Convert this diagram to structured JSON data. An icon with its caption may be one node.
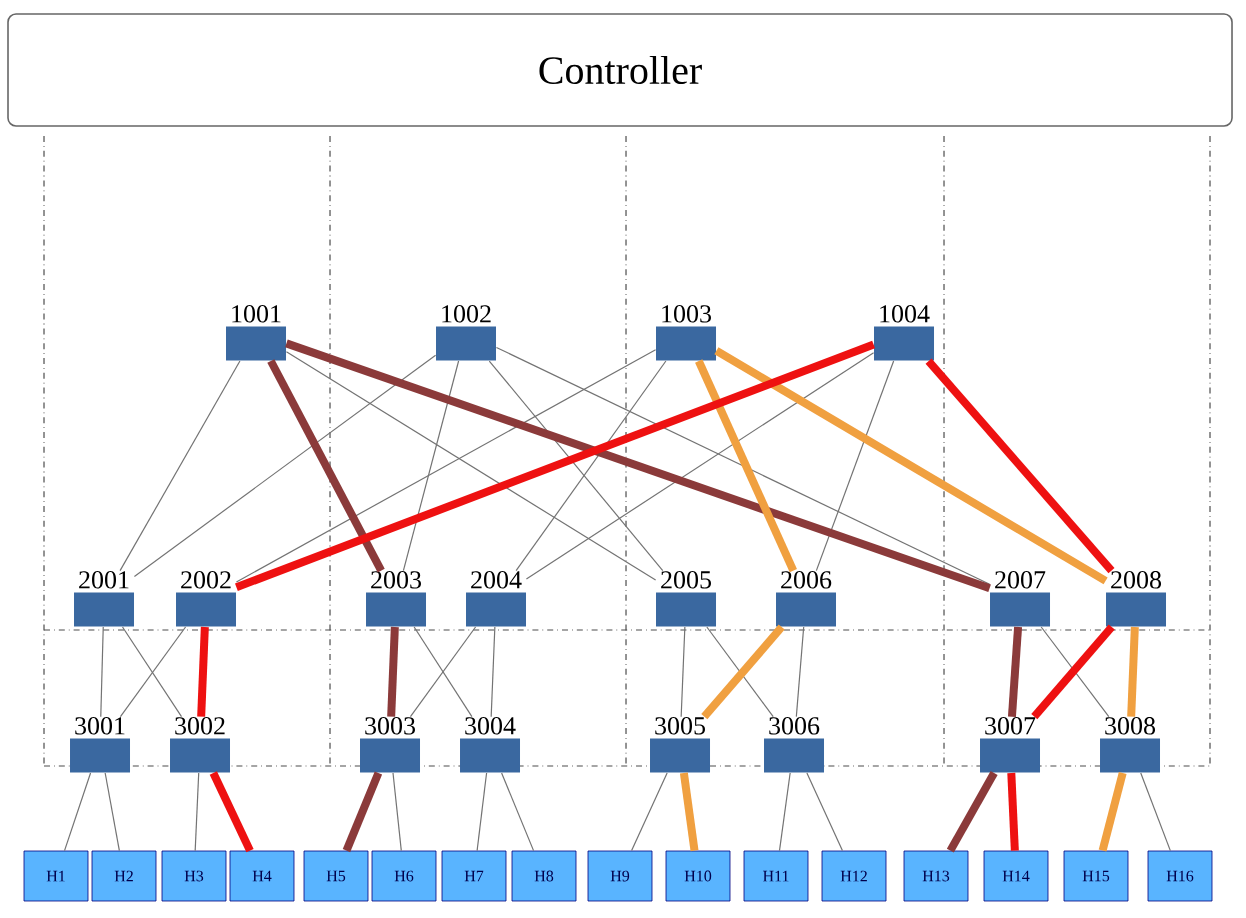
{
  "diagram": {
    "nodes": [
      {
        "text": [
          "Controller"
        ]
      },
      {
        "text": [
          "1001"
        ]
      },
      {
        "text": [
          "1002"
        ]
      },
      {
        "text": [
          "1003"
        ]
      },
      {
        "text": [
          "1004"
        ]
      },
      {
        "text": [
          "2001"
        ]
      },
      {
        "text": [
          "2002"
        ]
      },
      {
        "text": [
          "2003"
        ]
      },
      {
        "text": [
          "2004"
        ]
      },
      {
        "text": [
          "2005"
        ]
      },
      {
        "text": [
          "2006"
        ]
      },
      {
        "text": [
          "2007"
        ]
      },
      {
        "text": [
          "2008"
        ]
      },
      {
        "text": [
          "3001"
        ]
      },
      {
        "text": [
          "3002"
        ]
      },
      {
        "text": [
          "3003"
        ]
      },
      {
        "text": [
          "3004"
        ]
      },
      {
        "text": [
          "3005"
        ]
      },
      {
        "text": [
          "3006"
        ]
      },
      {
        "text": [
          "3007"
        ]
      },
      {
        "text": [
          "3008"
        ]
      },
      {
        "text": [
          "H1"
        ]
      },
      {
        "text": [
          "H2"
        ]
      },
      {
        "text": [
          "H3"
        ]
      },
      {
        "text": [
          "H4"
        ]
      },
      {
        "text": [
          "H5"
        ]
      },
      {
        "text": [
          "H6"
        ]
      },
      {
        "text": [
          "H7"
        ]
      },
      {
        "text": [
          "H8"
        ]
      },
      {
        "text": [
          "H9"
        ]
      },
      {
        "text": [
          "H10"
        ]
      },
      {
        "text": [
          "H11"
        ]
      },
      {
        "text": [
          "H12"
        ]
      },
      {
        "text": [
          "H13"
        ]
      },
      {
        "text": [
          "H14"
        ]
      },
      {
        "text": [
          "H15"
        ]
      },
      {
        "text": [
          "H16"
        ]
      }
    ],
    "edges": [
      {
        "from": 1,
        "to": 5,
        "arrow": "none"
      },
      {
        "from": 1,
        "to": 7,
        "arrow": "none",
        "style": "thick",
        "color": "#8b3a3a"
      },
      {
        "from": 1,
        "to": 9,
        "arrow": "none"
      },
      {
        "from": 1,
        "to": 11,
        "arrow": "none",
        "style": "thick",
        "color": "#8b3a3a"
      },
      {
        "from": 2,
        "to": 5,
        "arrow": "none"
      },
      {
        "from": 2,
        "to": 7,
        "arrow": "none"
      },
      {
        "from": 2,
        "to": 9,
        "arrow": "none"
      },
      {
        "from": 2,
        "to": 11,
        "arrow": "none"
      },
      {
        "from": 3,
        "to": 6,
        "arrow": "none"
      },
      {
        "from": 3,
        "to": 8,
        "arrow": "none"
      },
      {
        "from": 3,
        "to": 10,
        "arrow": "none",
        "style": "thick",
        "color": "#f0a040"
      },
      {
        "from": 3,
        "to": 12,
        "arrow": "none",
        "style": "thick",
        "color": "#f0a040"
      },
      {
        "from": 4,
        "to": 6,
        "arrow": "none",
        "style": "thick",
        "color": "#ee1111"
      },
      {
        "from": 4,
        "to": 8,
        "arrow": "none"
      },
      {
        "from": 4,
        "to": 10,
        "arrow": "none"
      },
      {
        "from": 4,
        "to": 12,
        "arrow": "none",
        "style": "thick",
        "color": "#ee1111"
      },
      {
        "from": 5,
        "to": 13,
        "arrow": "none"
      },
      {
        "from": 5,
        "to": 14,
        "arrow": "none"
      },
      {
        "from": 6,
        "to": 13,
        "arrow": "none"
      },
      {
        "from": 6,
        "to": 14,
        "arrow": "none",
        "style": "thick",
        "color": "#ee1111"
      },
      {
        "from": 7,
        "to": 15,
        "arrow": "none",
        "style": "thick",
        "color": "#8b3a3a"
      },
      {
        "from": 7,
        "to": 16,
        "arrow": "none"
      },
      {
        "from": 8,
        "to": 15,
        "arrow": "none"
      },
      {
        "from": 8,
        "to": 16,
        "arrow": "none"
      },
      {
        "from": 9,
        "to": 17,
        "arrow": "none"
      },
      {
        "from": 9,
        "to": 18,
        "arrow": "none"
      },
      {
        "from": 10,
        "to": 17,
        "arrow": "none",
        "style": "thick",
        "color": "#f0a040"
      },
      {
        "from": 10,
        "to": 18,
        "arrow": "none"
      },
      {
        "from": 11,
        "to": 19,
        "arrow": "none",
        "style": "thick",
        "color": "#8b3a3a"
      },
      {
        "from": 11,
        "to": 20,
        "arrow": "none"
      },
      {
        "from": 12,
        "to": 19,
        "arrow": "none",
        "style": "thick",
        "color": "#ee1111"
      },
      {
        "from": 12,
        "to": 20,
        "arrow": "none",
        "style": "thick",
        "color": "#f0a040"
      },
      {
        "from": 13,
        "to": 21,
        "arrow": "none"
      },
      {
        "from": 13,
        "to": 22,
        "arrow": "none"
      },
      {
        "from": 14,
        "to": 23,
        "arrow": "none"
      },
      {
        "from": 14,
        "to": 24,
        "arrow": "none",
        "style": "thick",
        "color": "#ee1111"
      },
      {
        "from": 15,
        "to": 25,
        "arrow": "none",
        "style": "thick",
        "color": "#8b3a3a"
      },
      {
        "from": 15,
        "to": 26,
        "arrow": "none"
      },
      {
        "from": 16,
        "to": 27,
        "arrow": "none"
      },
      {
        "from": 16,
        "to": 28,
        "arrow": "none"
      },
      {
        "from": 17,
        "to": 29,
        "arrow": "none"
      },
      {
        "from": 17,
        "to": 30,
        "arrow": "none",
        "style": "thick",
        "color": "#f0a040"
      },
      {
        "from": 18,
        "to": 31,
        "arrow": "none"
      },
      {
        "from": 18,
        "to": 32,
        "arrow": "none"
      },
      {
        "from": 19,
        "to": 33,
        "arrow": "none",
        "style": "thick",
        "color": "#8b3a3a"
      },
      {
        "from": 19,
        "to": 34,
        "arrow": "none",
        "style": "thick",
        "color": "#ee1111"
      },
      {
        "from": 20,
        "to": 35,
        "arrow": "none",
        "style": "thick",
        "color": "#f0a040"
      },
      {
        "from": 20,
        "to": 36,
        "arrow": "none"
      }
    ]
  }
}
